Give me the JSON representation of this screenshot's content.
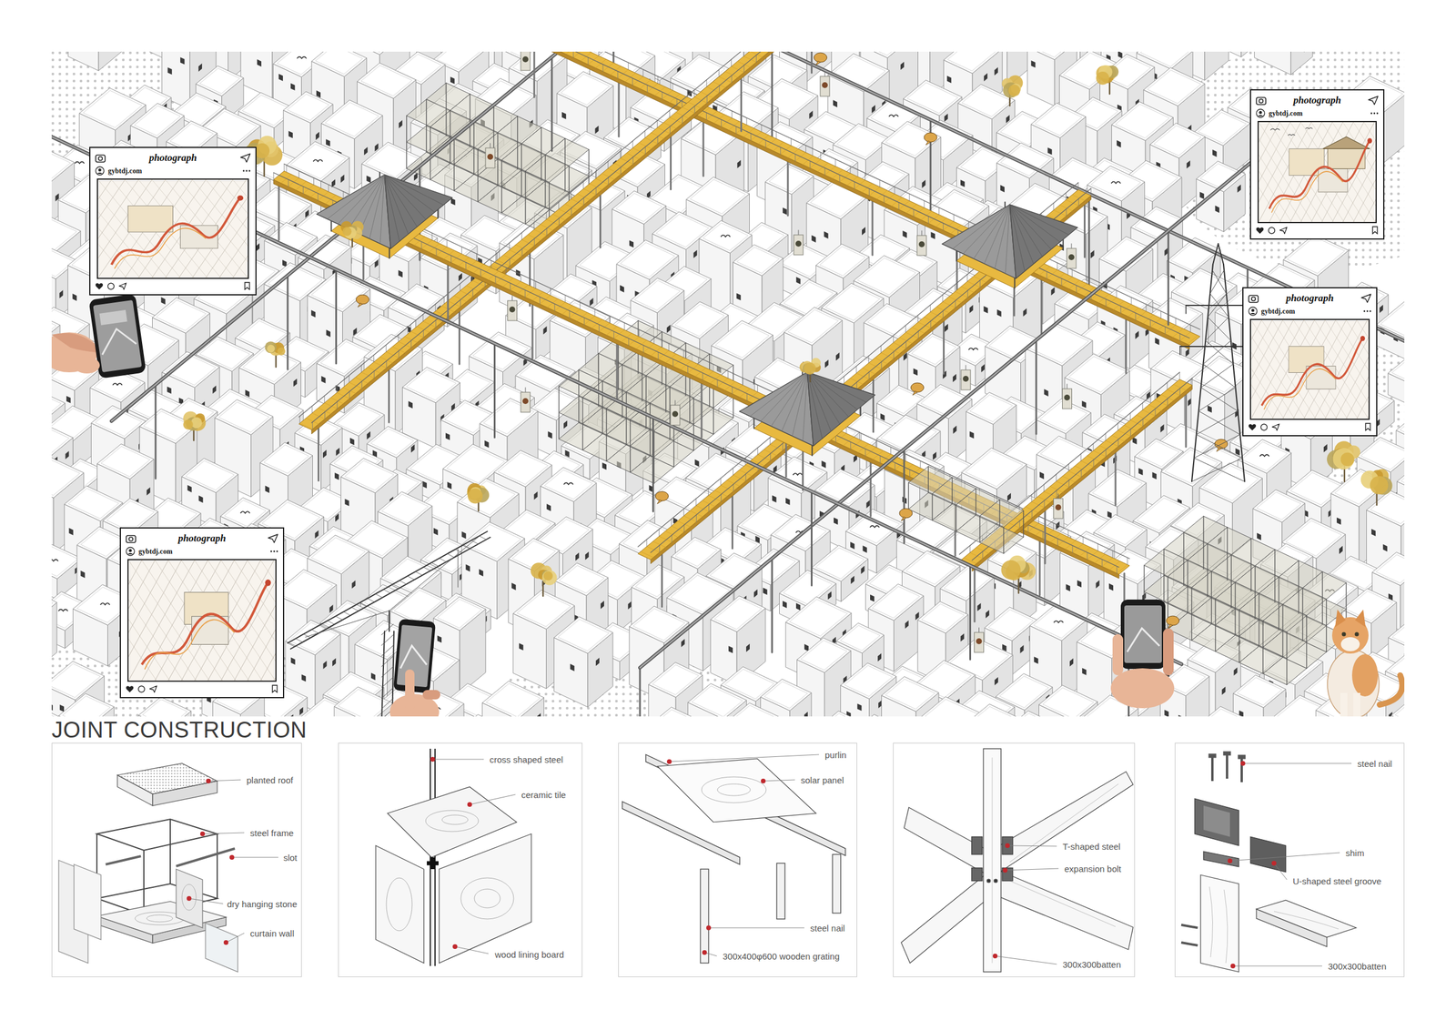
{
  "diagram": {
    "title": "JOINT CONSTRUCTION",
    "nodes": [
      {
        "text": [
          "photograph",
          "gybtdj.com"
        ]
      },
      {
        "text": [
          "photograph",
          "gybtdj.com"
        ]
      },
      {
        "text": [
          "photograph",
          "gybtdj.com"
        ]
      },
      {
        "text": [
          "photograph",
          "gybtdj.com"
        ]
      },
      {
        "text": [
          "planted roof",
          "steel frame",
          "slot",
          "dry hanging stone",
          "curtain wall"
        ]
      },
      {
        "text": [
          "cross shaped steel",
          "ceramic tile",
          "wood lining board"
        ]
      },
      {
        "text": [
          "purlin",
          "solar panel",
          "steel nail",
          "300x400φ600 wooden grating"
        ]
      },
      {
        "text": [
          "T-shaped steel",
          "expansion bolt",
          "300x300batten"
        ]
      },
      {
        "text": [
          "steel nail",
          "shim",
          "U-shaped steel groove",
          "300x300batten"
        ]
      }
    ]
  }
}
